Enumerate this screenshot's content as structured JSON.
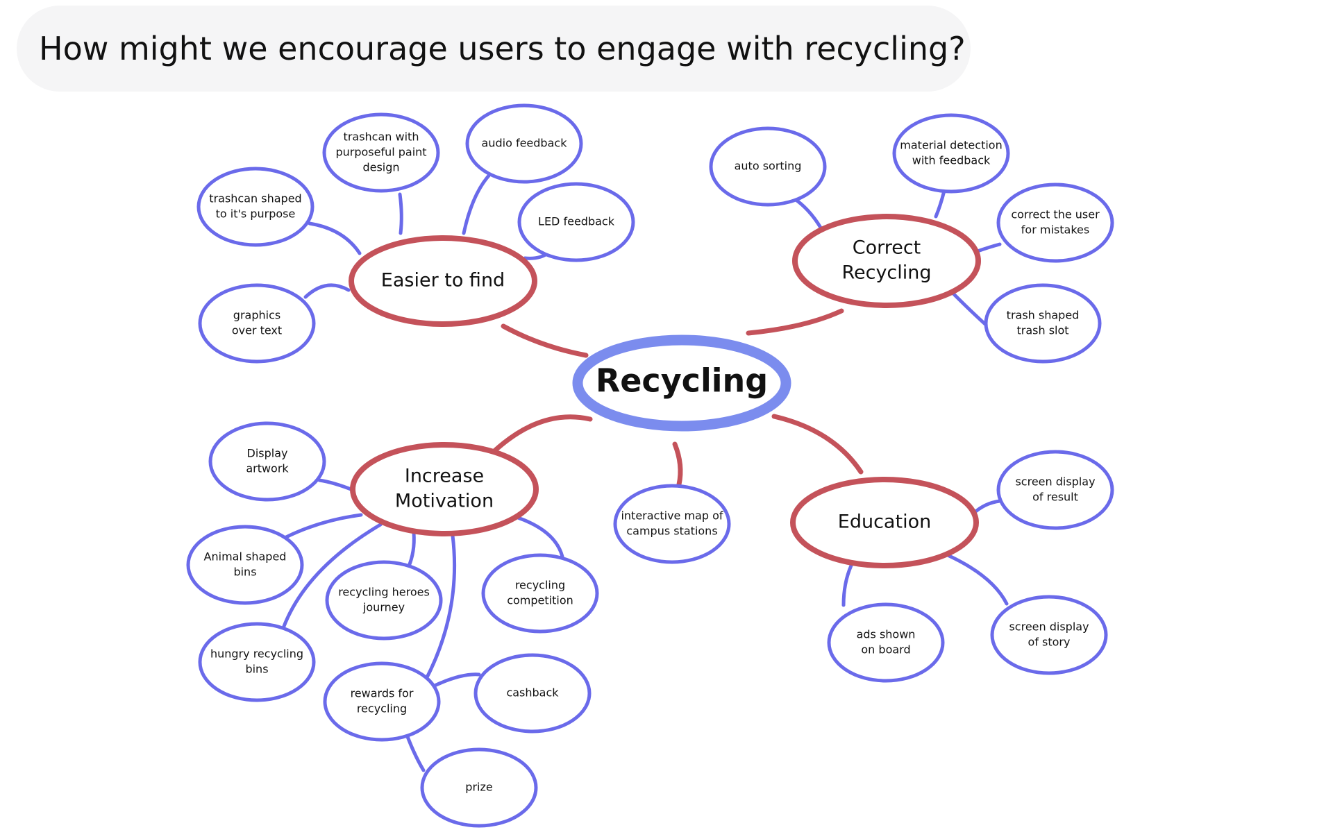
{
  "question": "How might we encourage users to engage with recycling?",
  "colors": {
    "center_stroke": "#7b8cee",
    "branch_stroke": "#c4525a",
    "leaf_stroke": "#6a6aea",
    "text": "#111111",
    "banner_bg": "#f5f5f6"
  },
  "center": {
    "label": "Recycling"
  },
  "branches": {
    "easier": {
      "lines": [
        "Easier to find"
      ]
    },
    "correct": {
      "lines": [
        "Correct",
        "Recycling"
      ]
    },
    "motivation": {
      "lines": [
        "Increase",
        "Motivation"
      ]
    },
    "education": {
      "lines": [
        "Education"
      ]
    }
  },
  "leaves": {
    "trashcan_purposeful": {
      "lines": [
        "trashcan with",
        "purposeful paint",
        "design"
      ]
    },
    "audio_feedback": {
      "lines": [
        "audio feedback"
      ]
    },
    "trashcan_shaped": {
      "lines": [
        "trashcan shaped",
        "to it's purpose"
      ]
    },
    "led_feedback": {
      "lines": [
        "LED feedback"
      ]
    },
    "graphics_text": {
      "lines": [
        "graphics",
        "over text"
      ]
    },
    "auto_sorting": {
      "lines": [
        "auto sorting"
      ]
    },
    "material_detection": {
      "lines": [
        "material detection",
        "with feedback"
      ]
    },
    "correct_user": {
      "lines": [
        "correct the user",
        "for mistakes"
      ]
    },
    "trash_slot": {
      "lines": [
        "trash shaped",
        "trash slot"
      ]
    },
    "display_artwork": {
      "lines": [
        "Display",
        "artwork"
      ]
    },
    "animal_bins": {
      "lines": [
        "Animal shaped",
        "bins"
      ]
    },
    "heroes_journey": {
      "lines": [
        "recycling heroes",
        "journey"
      ]
    },
    "competition": {
      "lines": [
        "recycling",
        "competition"
      ]
    },
    "hungry_bins": {
      "lines": [
        "hungry recycling",
        "bins"
      ]
    },
    "rewards": {
      "lines": [
        "rewards for",
        "recycling"
      ]
    },
    "cashback": {
      "lines": [
        "cashback"
      ]
    },
    "prize": {
      "lines": [
        "prize"
      ]
    },
    "interactive_map": {
      "lines": [
        "interactive map of",
        "campus stations"
      ]
    },
    "screen_result": {
      "lines": [
        "screen display",
        "of result"
      ]
    },
    "ads_board": {
      "lines": [
        "ads shown",
        "on board"
      ]
    },
    "screen_story": {
      "lines": [
        "screen display",
        "of story"
      ]
    }
  }
}
